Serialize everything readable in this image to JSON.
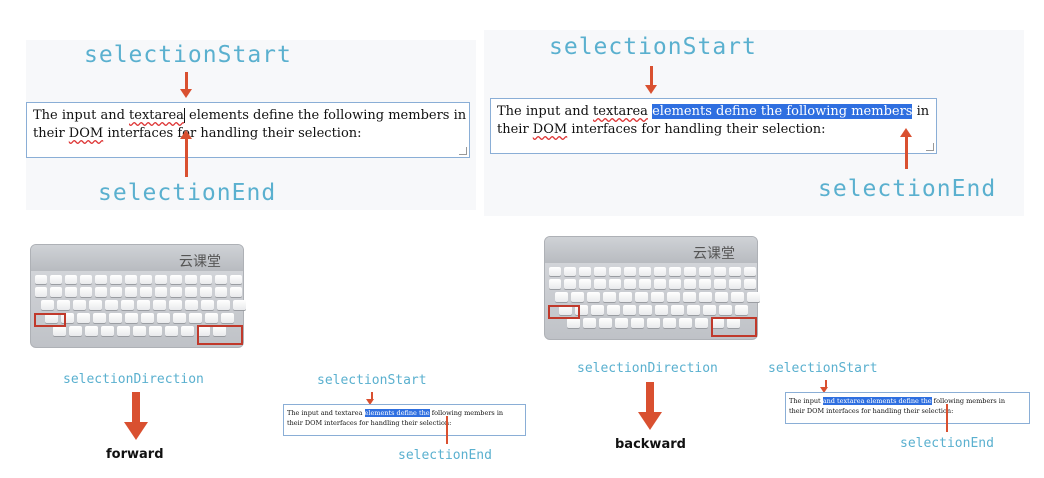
{
  "labels": {
    "selection_start": "selectionStart",
    "selection_end": "selectionEnd",
    "selection_direction": "selectionDirection"
  },
  "text": {
    "line1_before": "The input and ",
    "line1_word": "textarea",
    "line1_after": " elements define the following members in",
    "line2_before": "their ",
    "line2_word": "DOM",
    "line2_after": " interfaces for handling their selection:",
    "example2_selected": "elements define the following members",
    "example2_after": " in",
    "forward_selected": "elements define the",
    "forward_after": " following members in",
    "backward_selected": "and textarea elements define the",
    "backward_after": " following members in"
  },
  "keyboard": {
    "brand": "云课堂"
  },
  "directions": {
    "forward": "forward",
    "backward": "backward"
  },
  "colors": {
    "label": "#5ab0cf",
    "arrow": "#d95030",
    "highlight": "#2f6fe0",
    "key_highlight": "#c0392b"
  }
}
